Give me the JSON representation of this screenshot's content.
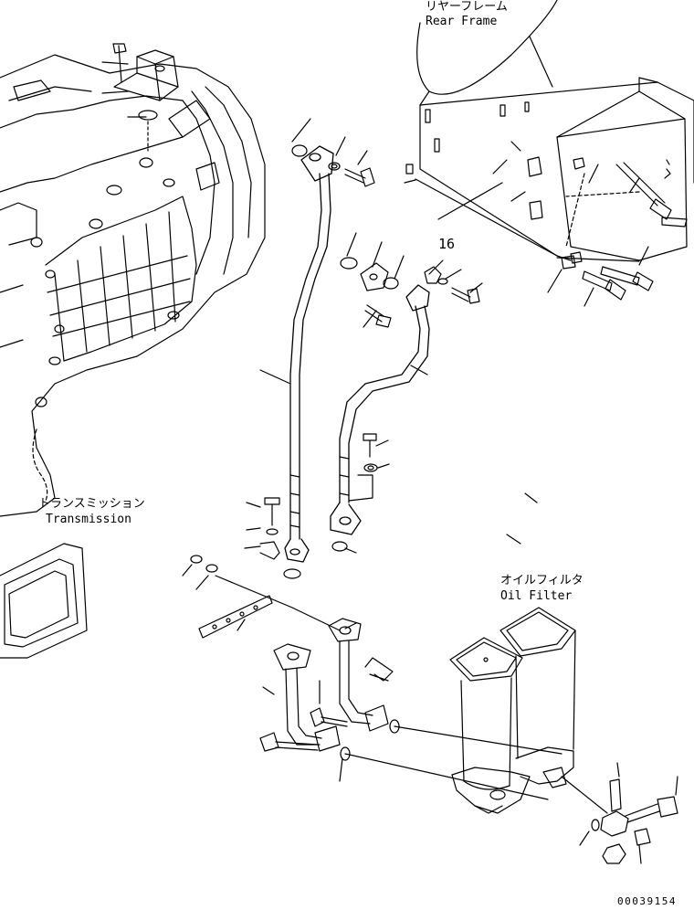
{
  "labels": {
    "rear_frame_jp": "リヤーフレーム",
    "rear_frame_en": "Rear Frame",
    "transmission_jp": "トランスミッション",
    "transmission_en": "Transmission",
    "oil_filter_jp": "オイルフィルタ",
    "oil_filter_en": "Oil Filter"
  },
  "callout_number": "16",
  "drawing_code": "00039154"
}
